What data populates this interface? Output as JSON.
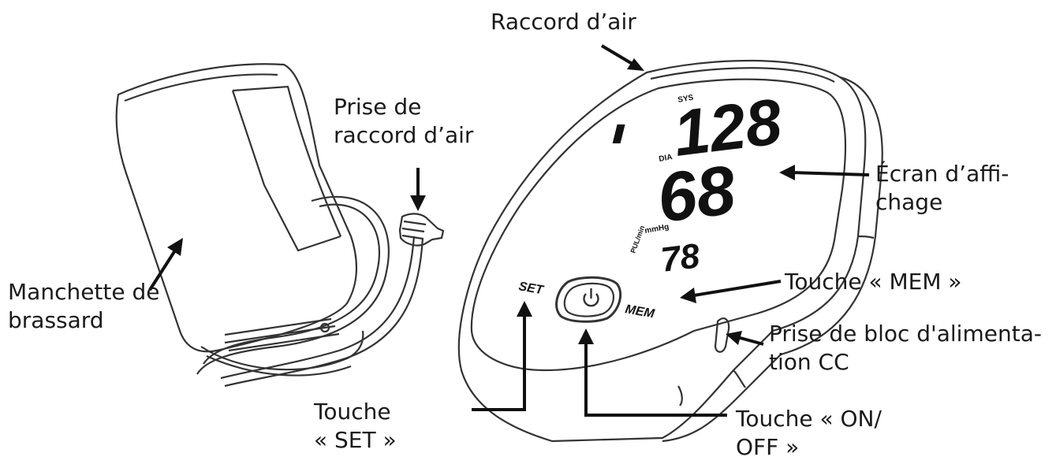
{
  "labels": {
    "air_connector": "Raccord d’air",
    "air_socket": [
      "Prise de",
      "raccord d’air"
    ],
    "display_screen": [
      "Écran d’affi-",
      "chage"
    ],
    "cuff": [
      "Manchette de",
      "brassard"
    ],
    "mem_button": "Touche « MEM »",
    "dc_socket": [
      "Prise de bloc d'alimenta-",
      "tion CC"
    ],
    "set_button": [
      "Touche",
      "« SET »"
    ],
    "onoff_button": [
      "Touche « ON/",
      "OFF »"
    ]
  },
  "device": {
    "systolic": "128",
    "diastolic": "68",
    "pulse": "78",
    "sys_label": "SYS",
    "dia_label": "DIA",
    "unit": "mmHg",
    "pulse_label": "PUL/min",
    "set_label": "SET",
    "mem_label": "MEM",
    "power_icon": "power-icon"
  },
  "colors": {
    "ink": "#1a1a1a"
  }
}
